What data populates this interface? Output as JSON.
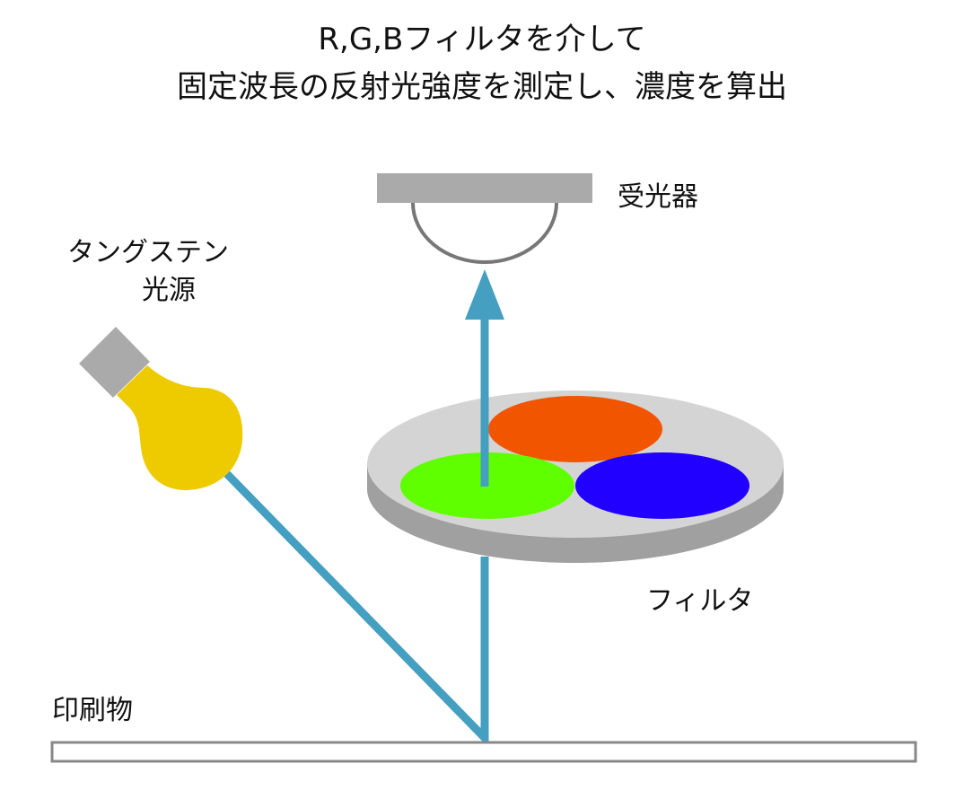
{
  "title": {
    "line1": "R,G,Bフィルタを介して",
    "line2": "固定波長の反射光強度を測定し、濃度を算出"
  },
  "labels": {
    "receiver": "受光器",
    "lamp_line1": "タングステン",
    "lamp_line2": "光源",
    "filter": "フィルタ",
    "print": "印刷物"
  },
  "colors": {
    "ray": "#459fc0",
    "bulb": "#eecb00",
    "socket": "#aaaaaa",
    "filter_top": "#d4d4d4",
    "filter_side": "#a0a0a0",
    "red_filter": "#f25500",
    "green_filter": "#5fff00",
    "blue_filter": "#2200ff",
    "receiver": "#aaaaaa"
  }
}
